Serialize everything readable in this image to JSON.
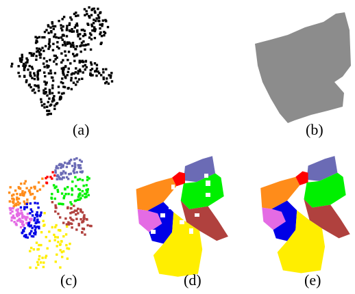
{
  "figure": {
    "panels": [
      {
        "id": "a",
        "label": "(a)",
        "content": "point cloud (black)"
      },
      {
        "id": "b",
        "label": "(b)",
        "content": "voxel silhouette (gray)"
      },
      {
        "id": "c",
        "label": "(c)",
        "content": "segmented point cloud"
      },
      {
        "id": "d",
        "label": "(d)",
        "content": "projected segmentation"
      },
      {
        "id": "e",
        "label": "(e)",
        "content": "filled segmentation"
      }
    ],
    "colors": {
      "points": "#000000",
      "silhouette": "#8c8c8c",
      "segments": {
        "red": "#ff0000",
        "purple": "#6b6bb5",
        "orange": "#ff8c1a",
        "green": "#00f000",
        "violet": "#e46be4",
        "blue": "#0000e6",
        "brown": "#b0413e",
        "yellow": "#ffee00"
      }
    }
  }
}
